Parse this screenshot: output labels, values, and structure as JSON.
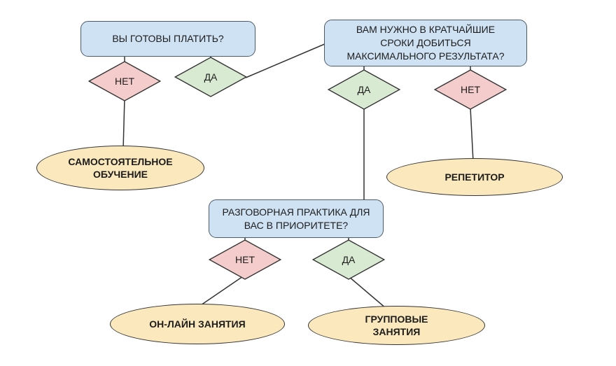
{
  "diagram": {
    "description": "Decision flowchart for choosing a language learning format",
    "nodes": {
      "q_pay": {
        "type": "question",
        "label": "ВЫ ГОТОВЫ ПЛАТИТЬ?"
      },
      "q_fast": {
        "type": "question",
        "label": "ВАМ НУЖНО В КРАТЧАЙШИЕ\nСРОКИ ДОБИТЬСЯ\nМАКСИМАЛЬНОГО РЕЗУЛЬТАТА?"
      },
      "q_speaking": {
        "type": "question",
        "label": "РАЗГОВОРНАЯ ПРАКТИКА ДЛЯ\nВАС В ПРИОРИТЕТЕ?"
      },
      "ans_pay_no": {
        "type": "answer",
        "label": "НЕТ"
      },
      "ans_pay_yes": {
        "type": "answer",
        "label": "ДА"
      },
      "ans_fast_yes": {
        "type": "answer",
        "label": "ДА"
      },
      "ans_fast_no": {
        "type": "answer",
        "label": "НЕТ"
      },
      "ans_speaking_no": {
        "type": "answer",
        "label": "НЕТ"
      },
      "ans_speaking_yes": {
        "type": "answer",
        "label": "ДА"
      },
      "res_self_study": {
        "type": "result",
        "label": "САМОСТОЯТЕЛЬНОЕ\nОБУЧЕНИЕ"
      },
      "res_tutor": {
        "type": "result",
        "label": "РЕПЕТИТОР"
      },
      "res_online": {
        "type": "result",
        "label": "ОН-ЛАЙН ЗАНЯТИЯ"
      },
      "res_group": {
        "type": "result",
        "label": "ГРУППОВЫЕ\nЗАНЯТИЯ"
      }
    },
    "edges": [
      {
        "from": "q_pay",
        "via": "ans_pay_no",
        "to": "res_self_study"
      },
      {
        "from": "q_pay",
        "via": "ans_pay_yes",
        "to": "q_fast"
      },
      {
        "from": "q_fast",
        "via": "ans_fast_yes",
        "to": "q_speaking"
      },
      {
        "from": "q_fast",
        "via": "ans_fast_no",
        "to": "res_tutor"
      },
      {
        "from": "q_speaking",
        "via": "ans_speaking_no",
        "to": "res_online"
      },
      {
        "from": "q_speaking",
        "via": "ans_speaking_yes",
        "to": "res_group"
      }
    ],
    "colors": {
      "background": "#ffffff",
      "question_fill": "#cfe2f3",
      "question_border": "#4c5b68",
      "yes_fill": "#d9ead3",
      "no_fill": "#f4cccc",
      "decision_border": "#333333",
      "result_fill": "#fbe9bd",
      "result_border": "#333333",
      "connector": "#333333",
      "text": "#1c1c1c"
    }
  }
}
